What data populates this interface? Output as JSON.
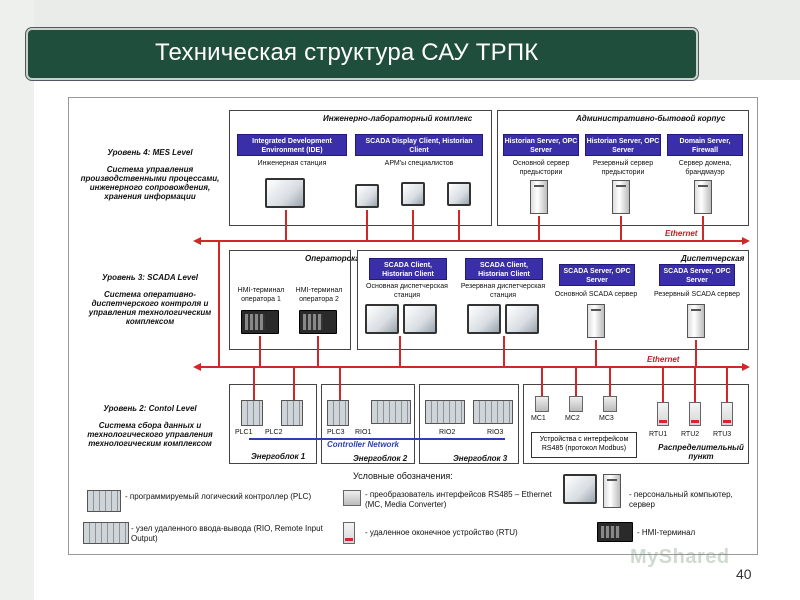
{
  "slide": {
    "title": "Техническая структура САУ ТРПК",
    "page_number": "40",
    "watermark": "MyShared"
  },
  "levels": {
    "l4_title": "Уровень 4: MES Level",
    "l4_desc": "Система управления производственными процессами, инженерного сопровождения, хранения информации",
    "l3_title": "Уровень 3: SCADA Level",
    "l3_desc": "Система оперативно-диспетчерского контроля и управления технологическим комплексом",
    "l2_title": "Уровень 2: Contol Level",
    "l2_desc": "Система сбора данных и технологического управления технологическим комплексом"
  },
  "zones": {
    "eng": "Инженерно-лабораторный комплекс",
    "admin": "Административно-бытовой корпус",
    "operator": "Операторская",
    "dispatch": "Диспетчерская",
    "eb1": "Энергоблок 1",
    "eb2": "Энергоблок 2",
    "eb3": "Энергоблок 3",
    "rp": "Распределительный пункт"
  },
  "boxes": {
    "ide": "Integrated Development Environment (IDE)",
    "scada_display": "SCADA Display Client, Historian Client",
    "hist1": "Historian Server, OPC Server",
    "hist2": "Historian Server, OPC Server",
    "domain": "Domain Server, Firewall",
    "scada_client1": "SCADA Client, Historian Client",
    "scada_client2": "SCADA Client, Historian Client",
    "scada_server1": "SCADA Server, OPC Server",
    "scada_server2": "SCADA Server, OPC Server"
  },
  "labels": {
    "eng_station": "Инженерная станция",
    "arm": "АРМ'ы специалистов",
    "main_hist": "Основной сервер предыстории",
    "res_hist": "Резервный сервер предыстории",
    "domain_srv": "Сервер домена, брандмауэр",
    "hmi1": "HMI-терминал оператора 1",
    "hmi2": "HMI-терминал оператора 2",
    "main_disp": "Основная диспетчерская станция",
    "res_disp": "Резервная диспетчерская станция",
    "main_scada": "Основной SCADA сервер",
    "res_scada": "Резервный SCADA сервер",
    "ethernet1": "Ethernet",
    "ethernet2": "Ethernet",
    "controller_net": "Controller Network",
    "plc1": "PLC1",
    "plc2": "PLC2",
    "plc3": "PLC3",
    "rio1": "RIO1",
    "rio2": "RIO2",
    "rio3": "RIO3",
    "mc1": "MC1",
    "mc2": "MC2",
    "mc3": "MC3",
    "rtu1": "RTU1",
    "rtu2": "RTU2",
    "rtu3": "RTU3",
    "rs485_dev": "Устройства с интерфейсом RS485 (протокол Modbus)"
  },
  "legend": {
    "title": "Условные обозначения:",
    "plc": "- программируемый логический контроллер (PLC)",
    "rio": "- узел удаленного ввода-вывода (RIO, Remote Input Output)",
    "conv": "- преобразователь интерфейсов RS485 – Ethernet (MC, Media Converter)",
    "rtu": "- удаленное оконечное устройство (RTU)",
    "pc": "- персональный компьютер, сервер",
    "hmi": "- HMI-терминал"
  },
  "colors": {
    "title_bg": "#1f4e3d",
    "bus_ethernet": "#d02828",
    "bus_controller": "#2a3fb8",
    "blue_box": "#3a2fa8"
  }
}
